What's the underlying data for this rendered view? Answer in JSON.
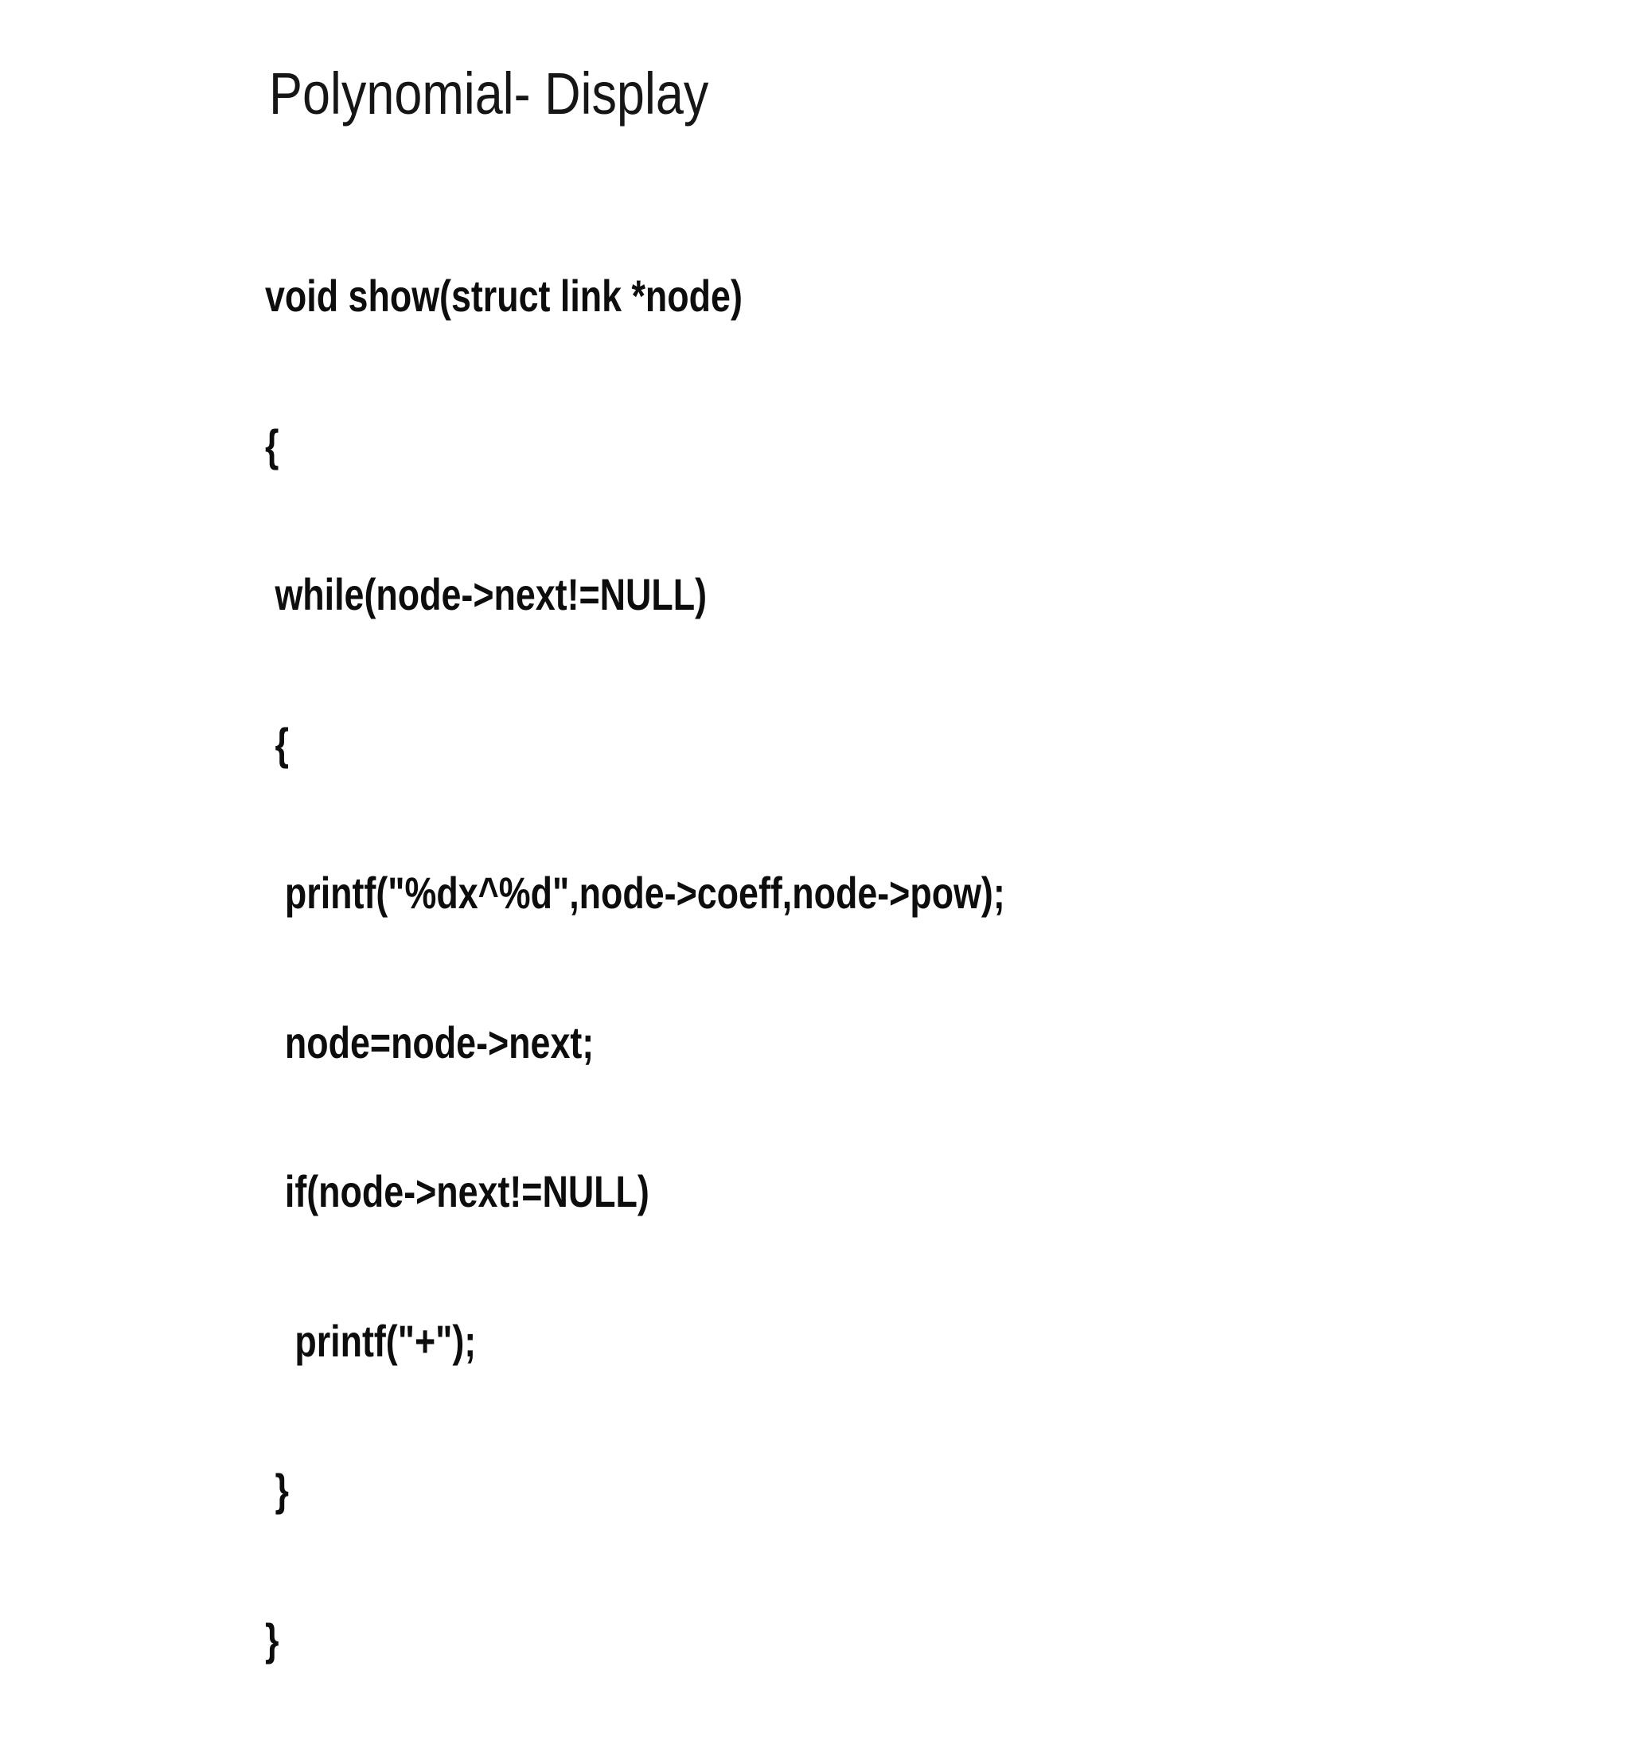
{
  "slide": {
    "title": "Polynomial- Display",
    "background_color": "#ffffff",
    "title_color": "#161616",
    "code_color": "#0d0d0d",
    "code": {
      "language": "c",
      "lines": [
        "void show(struct link *node)",
        "{",
        " while(node->next!=NULL)",
        " {",
        "  printf(\"%dx^%d\",node->coeff,node->pow);",
        "  node=node->next;",
        "  if(node->next!=NULL)",
        "   printf(\"+\");",
        " }",
        "}"
      ]
    }
  }
}
